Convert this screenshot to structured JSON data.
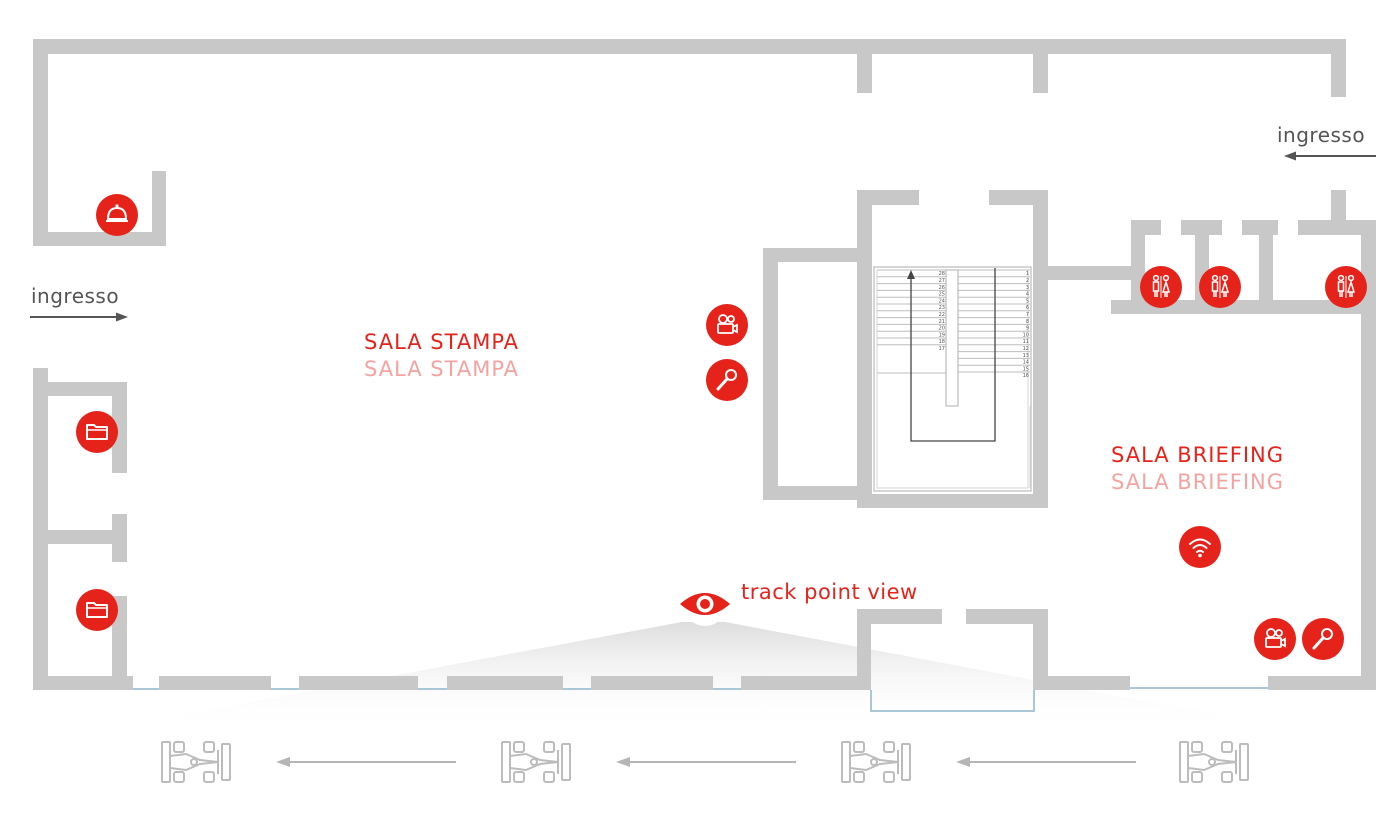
{
  "rooms": {
    "press": {
      "label": "SALA STAMPA",
      "label_secondary": "SALA STAMPA"
    },
    "briefing": {
      "label": "SALA BRIEFING",
      "label_secondary": "SALA BRIEFING"
    }
  },
  "entrances": {
    "left": "ingresso",
    "right": "ingresso"
  },
  "track_point": {
    "label": "track point view"
  },
  "stairs": {
    "left_steps": [
      "28",
      "27",
      "26",
      "25",
      "24",
      "23",
      "22",
      "21",
      "20",
      "19",
      "18",
      "17"
    ],
    "right_steps": [
      "1",
      "2",
      "3",
      "4",
      "5",
      "6",
      "7",
      "8",
      "9",
      "10",
      "11",
      "12",
      "13",
      "14",
      "15",
      "16"
    ]
  },
  "icons": {
    "reception": "service-bell-icon",
    "folder": "folder-icon",
    "camera": "video-camera-icon",
    "microphone": "microphone-icon",
    "restroom": "restroom-icon",
    "wifi": "wifi-icon",
    "view": "eye-icon",
    "car": "race-car-icon"
  },
  "colors": {
    "accent": "#e5231b",
    "accent_light": "#f4a3a0",
    "wall": "#c8c8c8",
    "window": "#a9c7d6"
  }
}
